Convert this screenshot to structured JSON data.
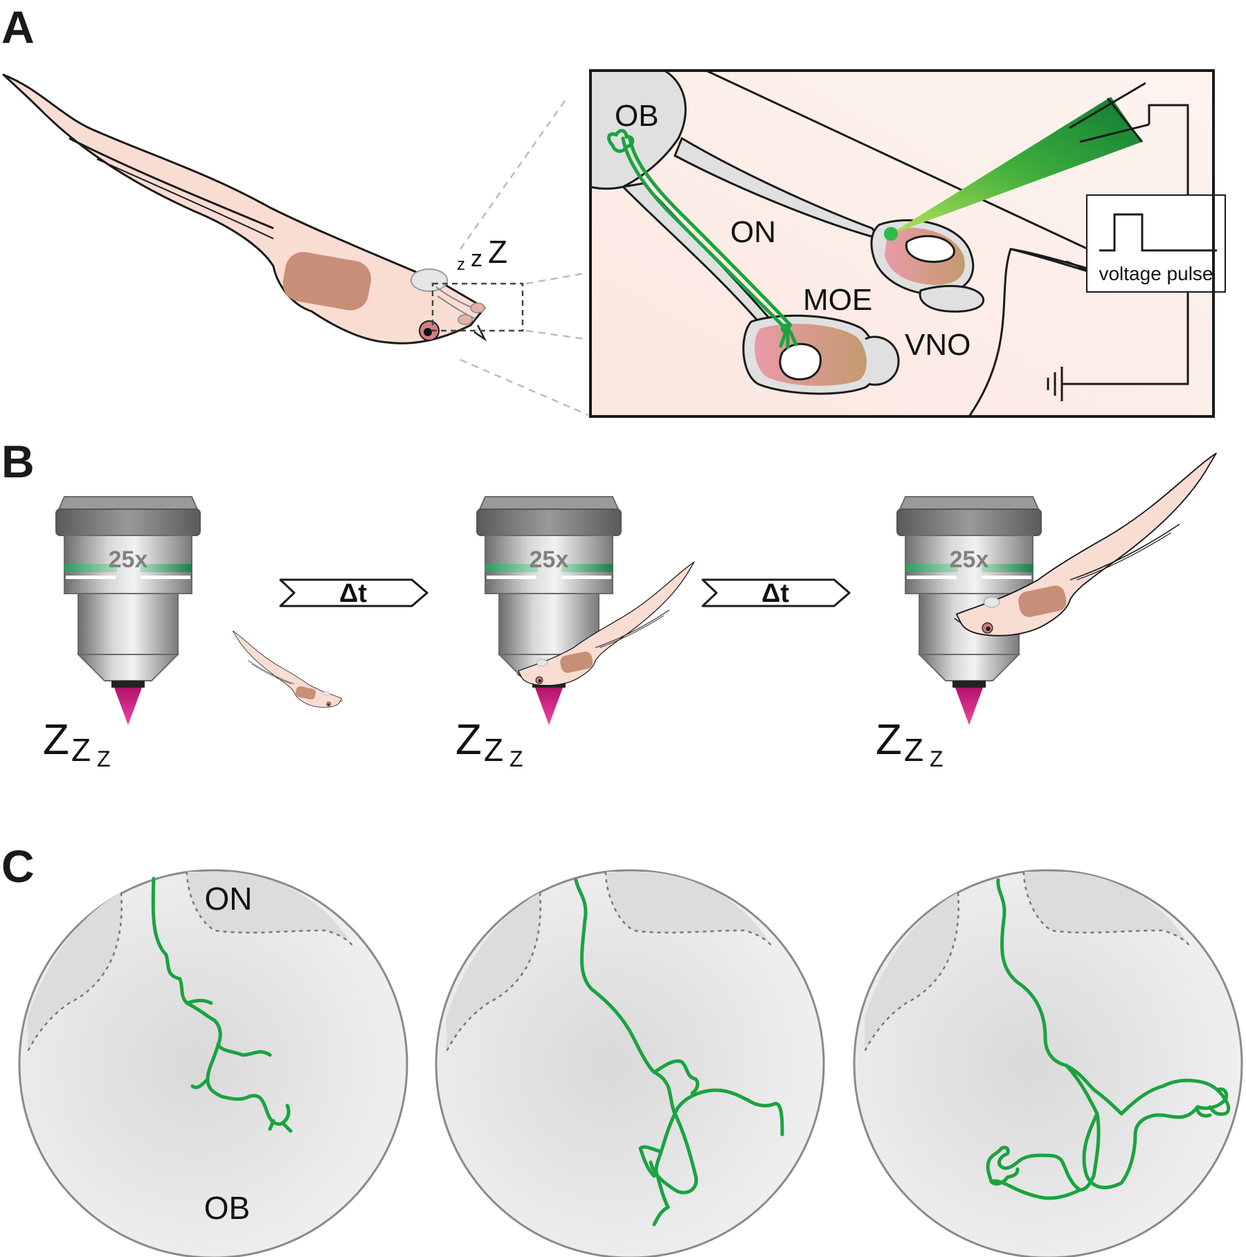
{
  "panels": {
    "a": "A",
    "b": "B",
    "c": "C"
  },
  "panel_a": {
    "sleep": [
      "z",
      "z",
      "Z"
    ],
    "inset_labels": {
      "ob": "OB",
      "on": "ON",
      "moe": "MOE",
      "vno": "VNO"
    },
    "pulse_label": "voltage pulse"
  },
  "panel_b": {
    "objective_label": "25x",
    "arrow_label": "Δt",
    "sleep": [
      "Z",
      "Z",
      "Z"
    ]
  },
  "panel_c": {
    "on_label": "ON",
    "ob_label": "OB"
  },
  "colors": {
    "axon_green": "#1aa33f",
    "laser_magenta": "#d4197c",
    "skin": "#f9ddd3",
    "gut": "#c98e78",
    "tissue_gray": "#e2e2e2",
    "circle_fill": "#e9e9e9"
  }
}
